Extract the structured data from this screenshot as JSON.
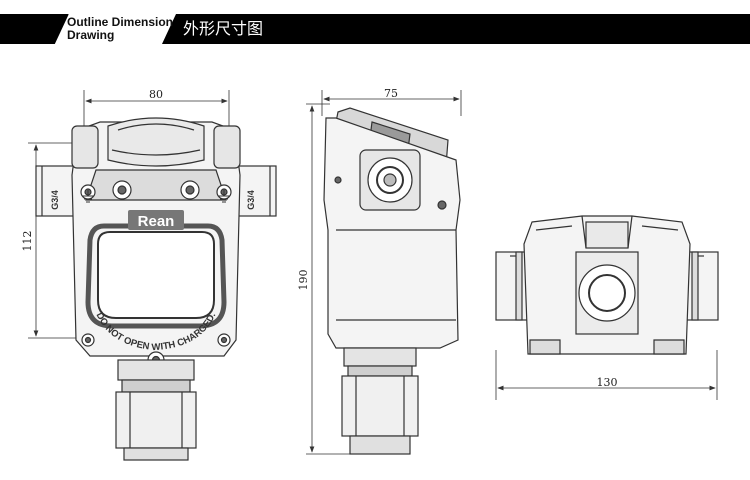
{
  "header": {
    "title_en_line1": "Outline Dimension",
    "title_en_line2": "Drawing",
    "title_cn": "外形尺寸图"
  },
  "front_view": {
    "brand": "Rean",
    "warning": "DO NOT OPEN WITH CHARGED.",
    "thread_left": "G3/4",
    "thread_right": "G3/4",
    "dim_width": "80",
    "dim_height": "112"
  },
  "side_view": {
    "dim_depth": "75",
    "dim_height": "190"
  },
  "top_view": {
    "dim_width": "130"
  },
  "colors": {
    "line": "#333333",
    "body_fill": "#f4f4f4",
    "shade": "#9a9a9a",
    "header_black": "#000000"
  }
}
